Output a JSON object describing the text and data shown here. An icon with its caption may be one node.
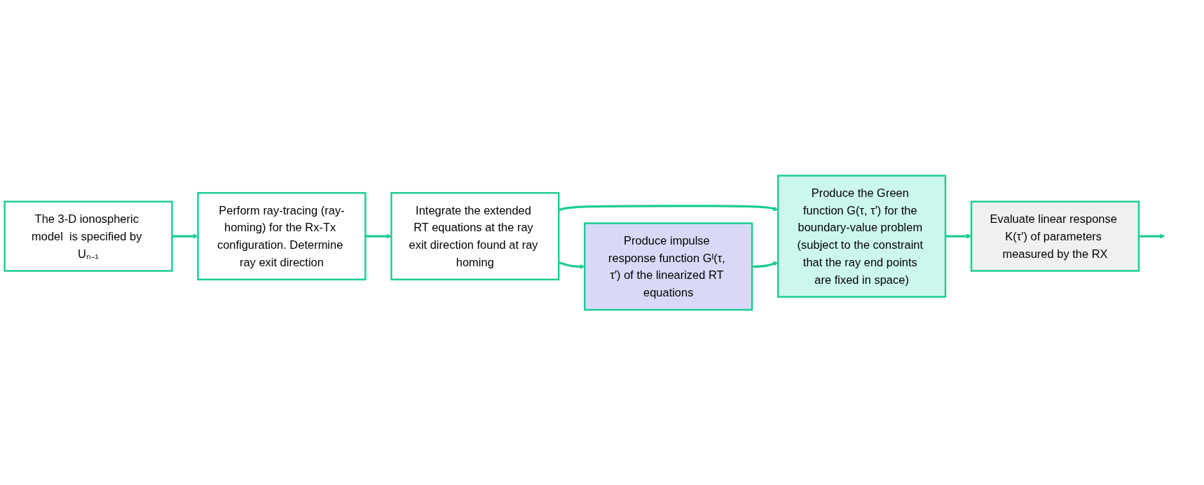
{
  "diagram": {
    "nodes": [
      {
        "text": [
          "The 3-D ionospheric model  is specified by Uₙ₋₁"
        ]
      },
      {
        "text": [
          "Perform ray-tracing (ray-homing) for the Rx-Tx configuration. Determine ray exit direction"
        ]
      },
      {
        "text": [
          "Integrate the extended RT equations at the ray exit direction found at ray homing"
        ]
      },
      {
        "text": [
          "Produce impulse response function Gᴵ(τ, τ′) of the linearized RT equations"
        ]
      },
      {
        "text": [
          "Produce the Green function G(τ, τ′) for the boundary-value problem (subject to the constraint that the ray end points are fixed in space)"
        ]
      },
      {
        "text": [
          "Evaluate linear response K(τ′) of parameters measured by the RX"
        ]
      }
    ],
    "edges": [
      {
        "from": 0,
        "to": 1,
        "arrow": "to"
      },
      {
        "from": 1,
        "to": 2,
        "arrow": "to"
      },
      {
        "from": 2,
        "to": 3,
        "arrow": "to"
      },
      {
        "from": 2,
        "to": 4,
        "arrow": "to"
      },
      {
        "from": 3,
        "to": 4,
        "arrow": "to"
      },
      {
        "from": 4,
        "to": 5,
        "arrow": "to"
      },
      {
        "from": 5,
        "to": null,
        "arrow": "to"
      }
    ]
  }
}
